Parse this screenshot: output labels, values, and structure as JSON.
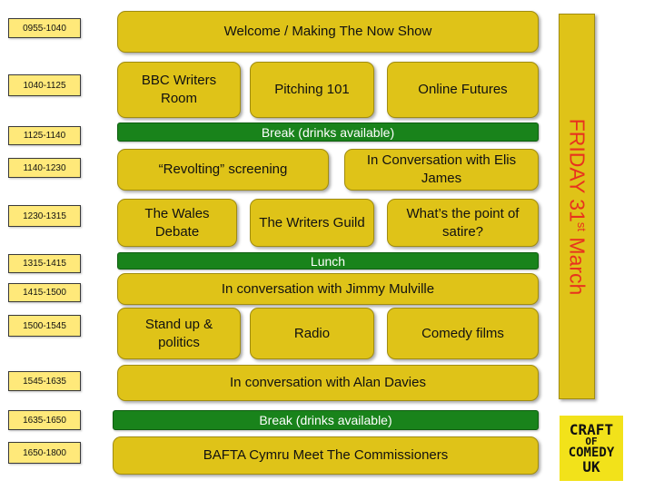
{
  "times": [
    "0955-1040",
    "1040-1125",
    "1125-1140",
    "1140-1230",
    "1230-1315",
    "1315-1415",
    "1415-1500",
    "1500-1545",
    "1545-1635",
    "1635-1650",
    "1650-1800"
  ],
  "sessions": {
    "welcome": "Welcome / Making The Now Show",
    "bbc": "BBC Writers Room",
    "pitching": "Pitching 101",
    "online": "Online Futures",
    "break1": "Break (drinks available)",
    "revolting": "“Revolting” screening",
    "elis": "In Conversation with Elis James",
    "wales": "The Wales Debate",
    "guild": "The Writers Guild",
    "satire": "What’s the point of satire?",
    "lunch": "Lunch",
    "jimmy": "In conversation with Jimmy Mulville",
    "standup": "Stand up & politics",
    "radio": "Radio",
    "comedy": "Comedy films",
    "alan": "In conversation with Alan Davies",
    "break2": "Break (drinks available)",
    "bafta": "BAFTA Cymru Meet The Commissioners"
  },
  "day": {
    "prefix": "FRIDAY 31",
    "suffix": "st",
    "month": " March"
  },
  "logo": {
    "line1": "CRAFT",
    "line2": "OF",
    "line3": "COMEDY",
    "line4": "UK"
  },
  "colors": {
    "session": "#dfc318",
    "break": "#19831b",
    "day_text": "#e8321e",
    "time_bg": "#ffe97a"
  }
}
